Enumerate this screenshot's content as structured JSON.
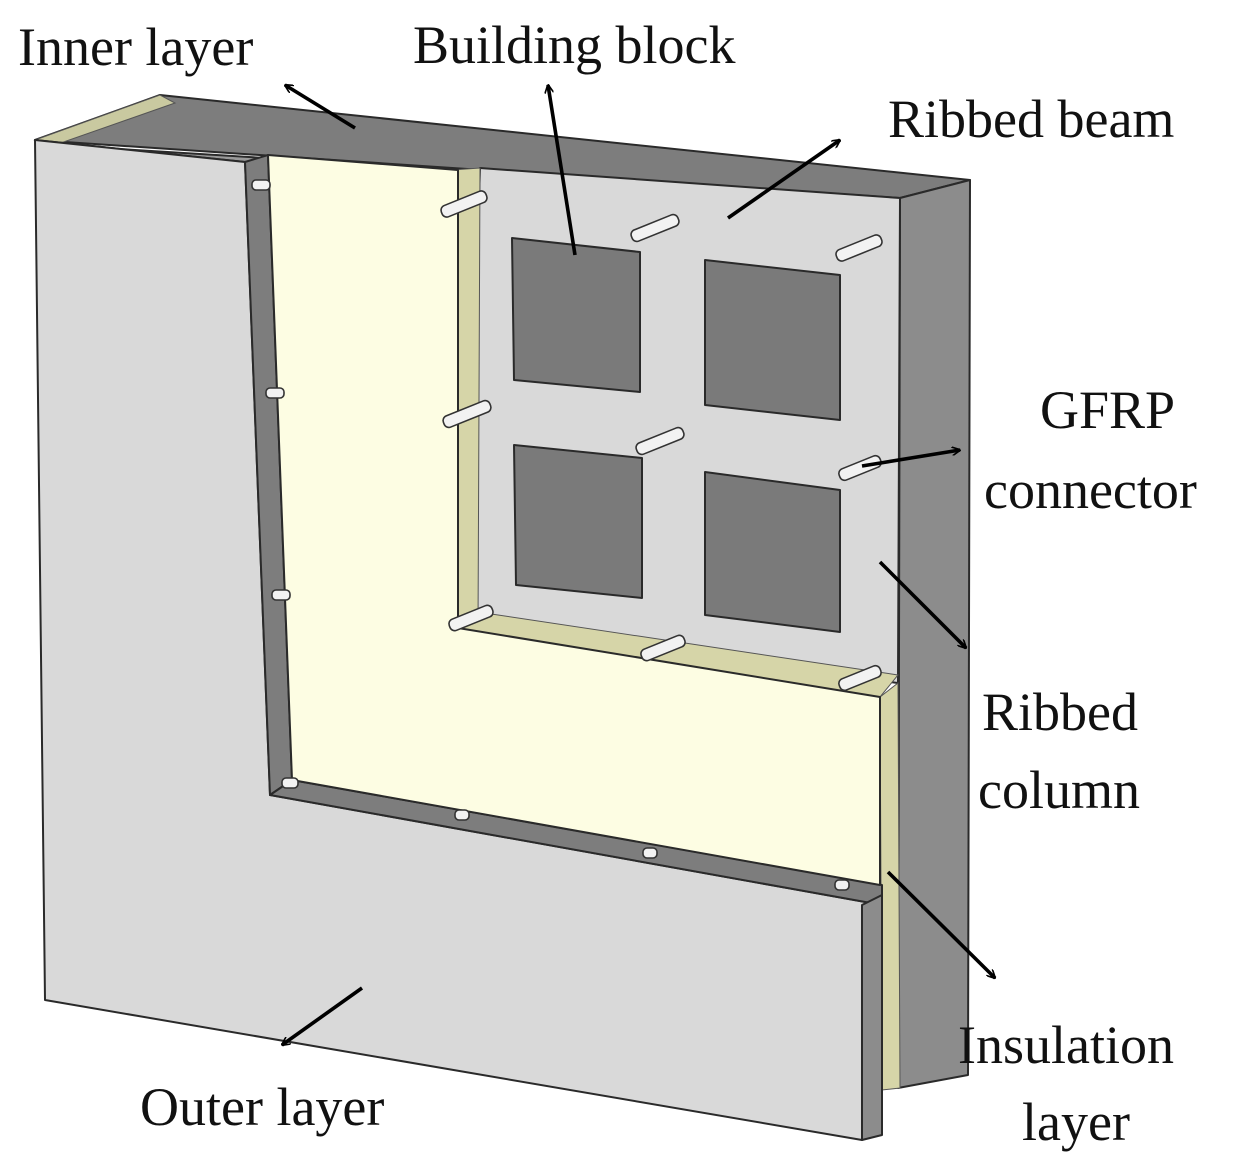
{
  "labels": {
    "inner_layer": "Inner layer",
    "building_block": "Building block",
    "ribbed_beam": "Ribbed beam",
    "gfrp_line1": "GFRP",
    "gfrp_line2": "connector",
    "ribbed_column_line1": "Ribbed",
    "ribbed_column_line2": "column",
    "insulation_line1": "Insulation",
    "insulation_line2": "layer",
    "outer_layer": "Outer layer"
  },
  "colors": {
    "concrete_face": "#d9d9d9",
    "concrete_side": "#8c8c8c",
    "concrete_top": "#7d7d7d",
    "insulation": "#fdfde3",
    "insulation_edge": "#cfcfa0",
    "block": "#7a7a7a",
    "arrow": "#000000"
  }
}
